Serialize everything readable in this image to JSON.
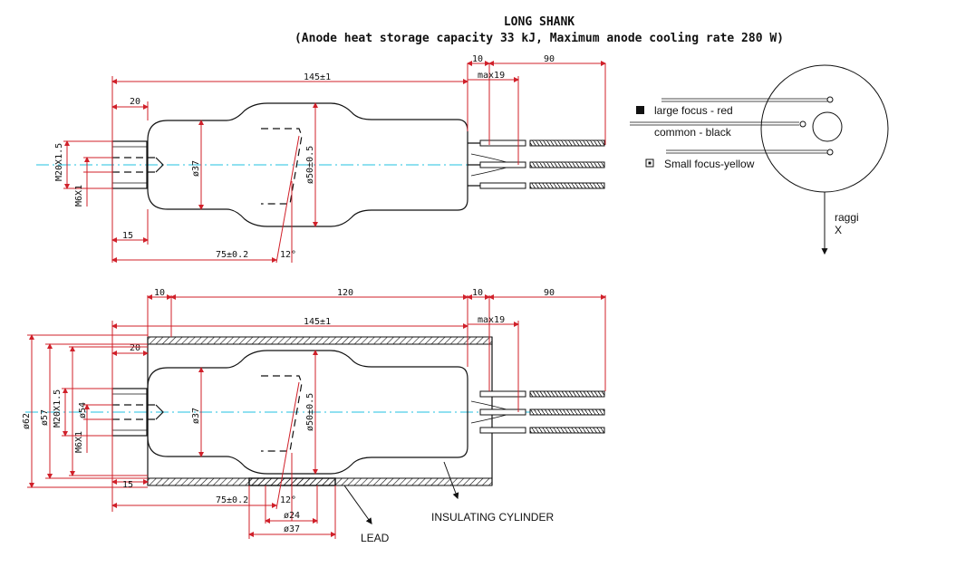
{
  "header": {
    "title": "LONG SHANK",
    "subtitle": "(Anode heat storage capacity 33 kJ, Maximum anode cooling rate 280 W)"
  },
  "top_view": {
    "dims": {
      "overall": "145±1",
      "wire_gap": "10",
      "cable": "90",
      "max": "max19",
      "flange": "20",
      "thread": "M20X1.5",
      "inner_thread": "M6X1",
      "body_dia": "ø37",
      "max_dia": "ø50±0.5",
      "left_15": "15",
      "focal": "75±0.2",
      "angle": "12°"
    }
  },
  "bottom_view": {
    "dims": {
      "left_10": "10",
      "mid_120": "120",
      "right_10": "10",
      "cable": "90",
      "overall": "145±1",
      "max": "max19",
      "flange": "20",
      "outer_dia": "ø62",
      "dia_57": "ø57",
      "thread": "M20X1.5",
      "dia_54": "ø54",
      "inner_thread": "M6X1",
      "body_dia": "ø37",
      "max_dia": "ø50±0.5",
      "left_15": "15",
      "focal": "75±0.2",
      "angle": "12°",
      "window_24": "ø24",
      "window_37": "ø37"
    },
    "labels": {
      "insulating": "INSULATING CYLINDER",
      "lead": "LEAD"
    }
  },
  "end_view": {
    "large_focus": "large focus - red",
    "common": "common - black",
    "small_focus": "Small focus-yellow",
    "rays": "raggi",
    "rays_axis": "X"
  },
  "colors": {
    "dimension": "#d0202a",
    "axis": "#22c0e0",
    "outline": "#111111"
  }
}
